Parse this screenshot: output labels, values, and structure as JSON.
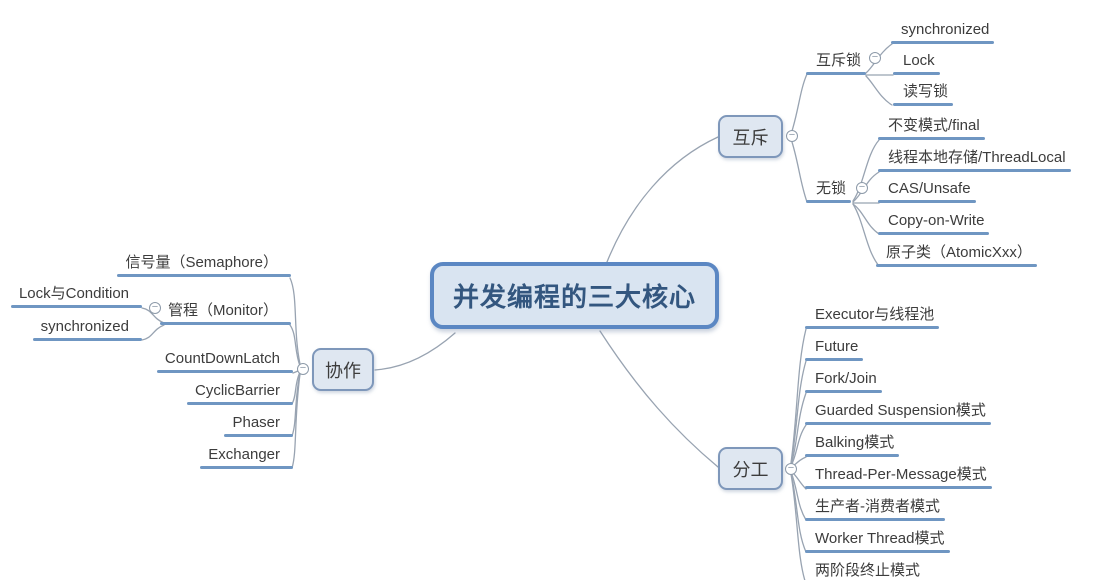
{
  "title": "并发编程的三大核心",
  "colors": {
    "root_border": "#5b87c3",
    "root_fill": "#d9e4f1",
    "root_text": "#33567f",
    "node_border": "#7e97ba",
    "node_fill": "#dfe7f1",
    "underline": "#6f96c2",
    "connector": "#98a3b1",
    "text": "#3c3c3c"
  },
  "icons": {
    "collapse_glyph": "−"
  },
  "branches": {
    "mutex": {
      "label": "互斥",
      "mutex_lock": {
        "label": "互斥锁",
        "children": [
          "synchronized",
          "Lock",
          "读写锁"
        ]
      },
      "lock_free": {
        "label": "无锁",
        "children": [
          "不变模式/final",
          "线程本地存储/ThreadLocal",
          "CAS/Unsafe",
          "Copy-on-Write",
          "原子类（AtomicXxx）"
        ]
      }
    },
    "division": {
      "label": "分工",
      "children": [
        "Executor与线程池",
        "Future",
        "Fork/Join",
        "Guarded Suspension模式",
        "Balking模式",
        "Thread-Per-Message模式",
        "生产者-消费者模式",
        "Worker Thread模式",
        "两阶段终止模式"
      ]
    },
    "cooperation": {
      "label": "协作",
      "children": [
        "信号量（Semaphore）",
        "管程（Monitor）",
        "CountDownLatch",
        "CyclicBarrier",
        "Phaser",
        "Exchanger"
      ],
      "monitor": {
        "children": [
          "Lock与Condition",
          "synchronized"
        ]
      }
    }
  }
}
